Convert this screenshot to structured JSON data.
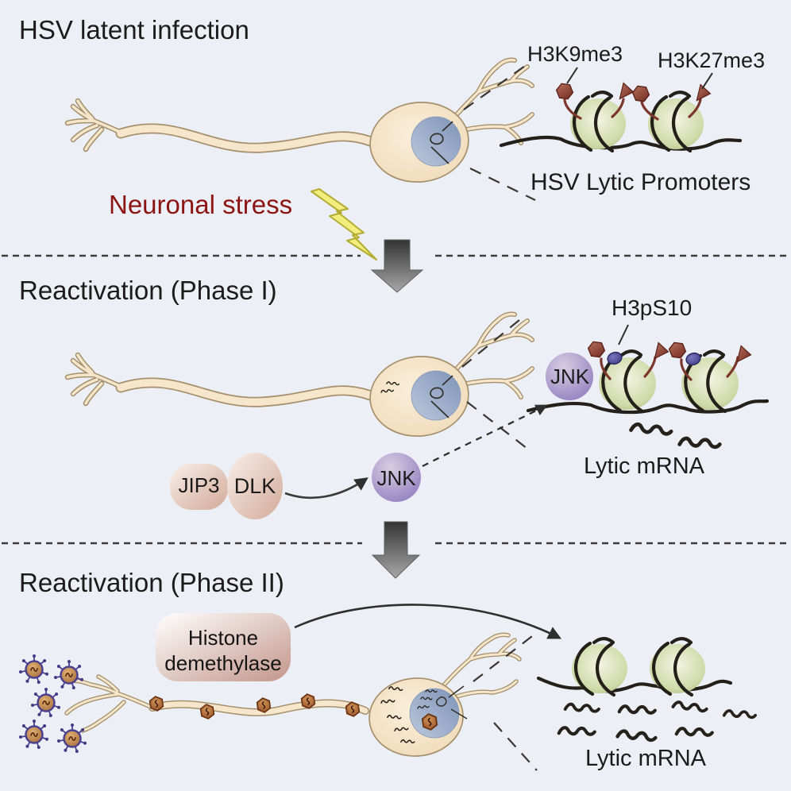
{
  "colors": {
    "background": "#edeff6",
    "title_text": "#1b1b1b",
    "stress_red": "#8b1512",
    "nucleosome_green": "#c3cf9b",
    "dna_black": "#241f19",
    "methyl_mark_maroon": "#8a3a2e",
    "phospho_blue": "#4a4890",
    "jnk_purple": "#9281c1",
    "neuron_fill": "#f6e6cb",
    "nucleus_blue": "#8ea3c3",
    "lightning_yellow": "#f3ed7e",
    "arrow_gray": "#565656",
    "histone_box_brown": "#c69a8a",
    "complex_pink": "#d7b2a3",
    "virus_purple": "#4a3f8f",
    "capsid_brown": "#a3693a"
  },
  "latent": {
    "title": "HSV latent infection",
    "h3k9me3": "H3K9me3",
    "h3k27me3": "H3K27me3",
    "promoters": "HSV Lytic Promoters",
    "stress": "Neuronal stress"
  },
  "phase1": {
    "title": "Reactivation (Phase I)",
    "h3ps10": "H3pS10",
    "jnk_chromatin": "JNK",
    "jip3": "JIP3",
    "dlk": "DLK",
    "jnk": "JNK",
    "lytic_mrna": "Lytic mRNA"
  },
  "phase2": {
    "title": "Reactivation (Phase II)",
    "histone_line1": "Histone",
    "histone_line2": "demethylase",
    "lytic_mrna": "Lytic mRNA"
  }
}
